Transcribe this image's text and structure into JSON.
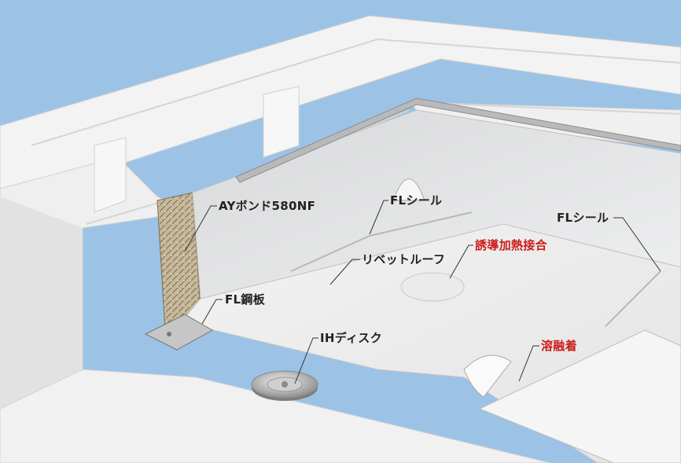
{
  "colors": {
    "sky": "#9cc3e6",
    "concrete": "#f4f4f4",
    "concrete_shade": "#dcdcdc",
    "membrane": "#ededed",
    "wall": "#e6e7e8",
    "label_dark": "#222222",
    "label_red": "#cc1a1a"
  },
  "labels": {
    "ay_bond": "AYボンド580NF",
    "fl_seal_1": "FLシール",
    "fl_seal_2": "FLシール",
    "rivet_roof": "リベットルーフ",
    "induction_joint": "誘導加熱接合",
    "fl_steel_plate": "FL鋼板",
    "ih_disk": "IHディスク",
    "fusion": "溶融着"
  },
  "icons": [
    "ih-disk-icon",
    "fl-steel-plate-icon",
    "corner-patch-icon",
    "peeled-sheet-corner-icon"
  ]
}
